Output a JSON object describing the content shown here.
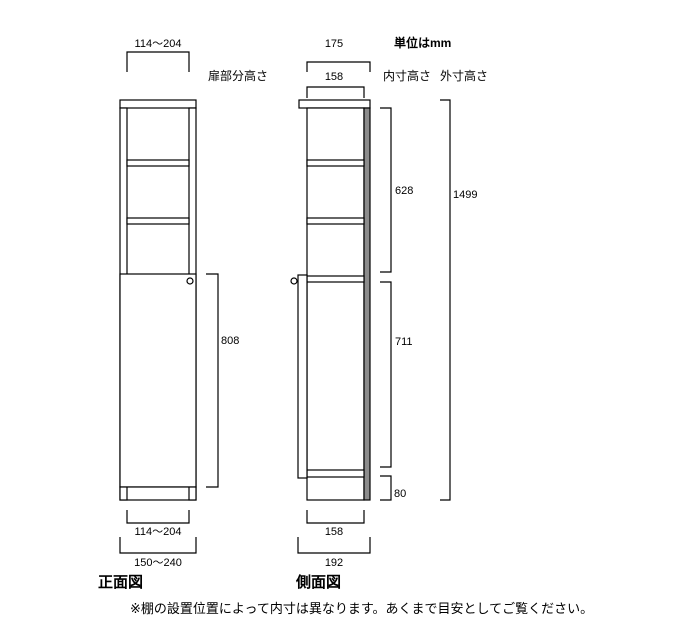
{
  "unit_label": "単位はmm",
  "front_view": {
    "title": "正面図",
    "top_width": "114〜204",
    "door_height_label": "扉部分高さ",
    "door_height": "808",
    "bottom_inner_width": "114〜204",
    "bottom_outer_width": "150〜240"
  },
  "side_view": {
    "title": "側面図",
    "top_outer_depth": "175",
    "top_inner_depth": "158",
    "inner_height_label": "内寸高さ",
    "outer_height_label": "外寸高さ",
    "inner_upper": "628",
    "inner_lower": "711",
    "inner_base": "80",
    "outer_height": "1499",
    "bottom_inner_depth": "158",
    "bottom_outer_depth": "192"
  },
  "note": "※棚の設置位置によって内寸は異なります。あくまで目安としてご覧ください。",
  "colors": {
    "back_panel": "#8c8c8c",
    "line": "#000000"
  }
}
